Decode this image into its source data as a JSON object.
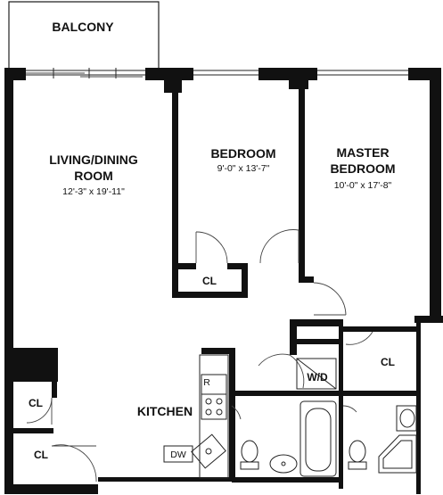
{
  "rooms": {
    "balcony": {
      "name": "BALCONY"
    },
    "living": {
      "name_line1": "LIVING/DINING",
      "name_line2": "ROOM",
      "size": "12'-3\" x 19'-11\""
    },
    "bedroom": {
      "name": "BEDROOM",
      "size": "9'-0\" x 13'-7\""
    },
    "master": {
      "name_line1": "MASTER",
      "name_line2": "BEDROOM",
      "size": "10'-0\" x 17'-8\""
    },
    "kitchen": {
      "name": "KITCHEN"
    },
    "closets": {
      "bedroom_closet": "CL",
      "hall_closet": "CL",
      "left_closet_top": "CL",
      "left_closet_bottom": "CL"
    },
    "appliances": {
      "washer_dryer": "W/D",
      "dishwasher": "DW",
      "refrigerator": "R"
    }
  }
}
